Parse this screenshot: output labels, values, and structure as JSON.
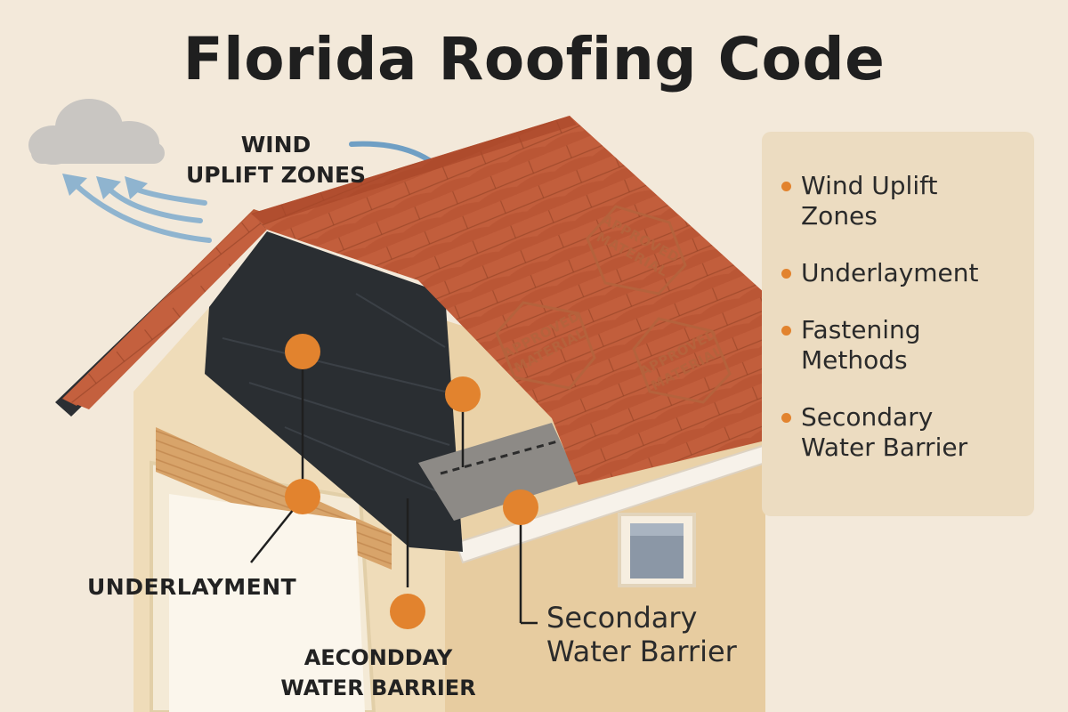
{
  "title": "Florida Roofing Code",
  "wind_label": {
    "line1": "WIND",
    "line2": "UPLIFT ZONES"
  },
  "stamps": [
    {
      "line1": "APPROVED",
      "line2": "MATERIAL"
    },
    {
      "line1": "APPROVED",
      "line2": "MATERIAL"
    },
    {
      "line1": "APPROVED",
      "line2": "MATERIAL"
    }
  ],
  "legend": [
    {
      "line1": "Wind Uplift",
      "line2": "Zones"
    },
    {
      "line1": "Underlayment"
    },
    {
      "line1": "Fastening",
      "line2": "Methods"
    },
    {
      "line1": "Secondary",
      "line2": "Water Barrier"
    }
  ],
  "callouts": {
    "underlayment": "UNDERLAYMENT",
    "aecondday": {
      "line1": "AECONDDAY",
      "line2": "WATER BARRIER"
    },
    "secondary": {
      "line1": "Secondary",
      "line2": "Water Barrier"
    }
  },
  "colors": {
    "background": "#f3e9da",
    "accent": "#e2832e",
    "roof_tile": "#c25e3c",
    "underlayment": "#2a2e32",
    "wind_arrow": "#8fb4cf",
    "legend_panel": "#ecdcc1"
  },
  "icons": [
    "cloud-icon",
    "wind-arrows-icon",
    "bullet-icon"
  ]
}
